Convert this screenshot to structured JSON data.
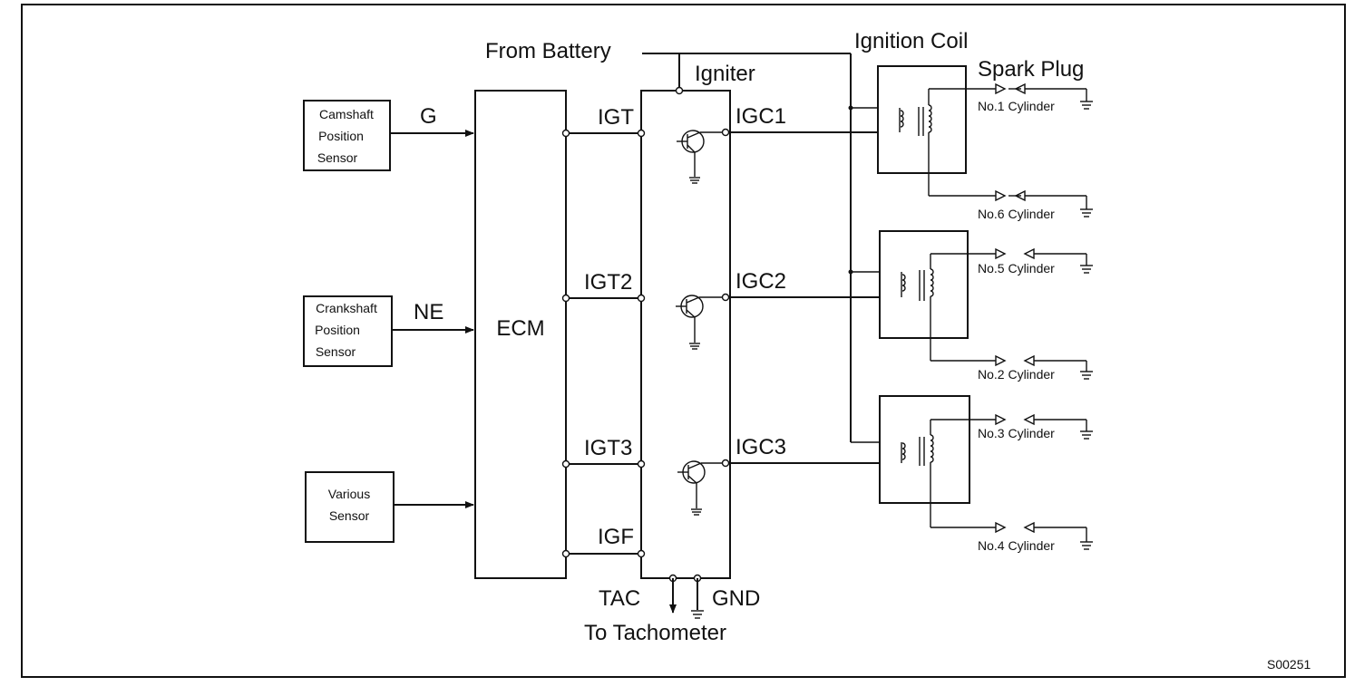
{
  "labels": {
    "from_battery": "From Battery",
    "ignition_coil": "Ignition Coil",
    "spark_plug": "Spark Plug",
    "igniter": "Igniter",
    "ecm": "ECM",
    "tac": "TAC",
    "gnd": "GND",
    "to_tachometer": "To Tachometer",
    "figure_code": "S00251"
  },
  "sensors": [
    {
      "line1": "Camshaft",
      "line2": "Position",
      "line3": "Sensor",
      "signal": "G"
    },
    {
      "line1": "Crankshaft",
      "line2": "Position",
      "line3": "Sensor",
      "signal": "NE"
    },
    {
      "line1": "Various",
      "line2": "Sensor",
      "line3": "",
      "signal": ""
    }
  ],
  "igt_signals": [
    "IGT",
    "IGT2",
    "IGT3",
    "IGF"
  ],
  "igc_signals": [
    "IGC1",
    "IGC2",
    "IGC3"
  ],
  "cylinders": [
    "No.1 Cylinder",
    "No.6 Cylinder",
    "No.5 Cylinder",
    "No.2 Cylinder",
    "No.3 Cylinder",
    "No.4 Cylinder"
  ]
}
